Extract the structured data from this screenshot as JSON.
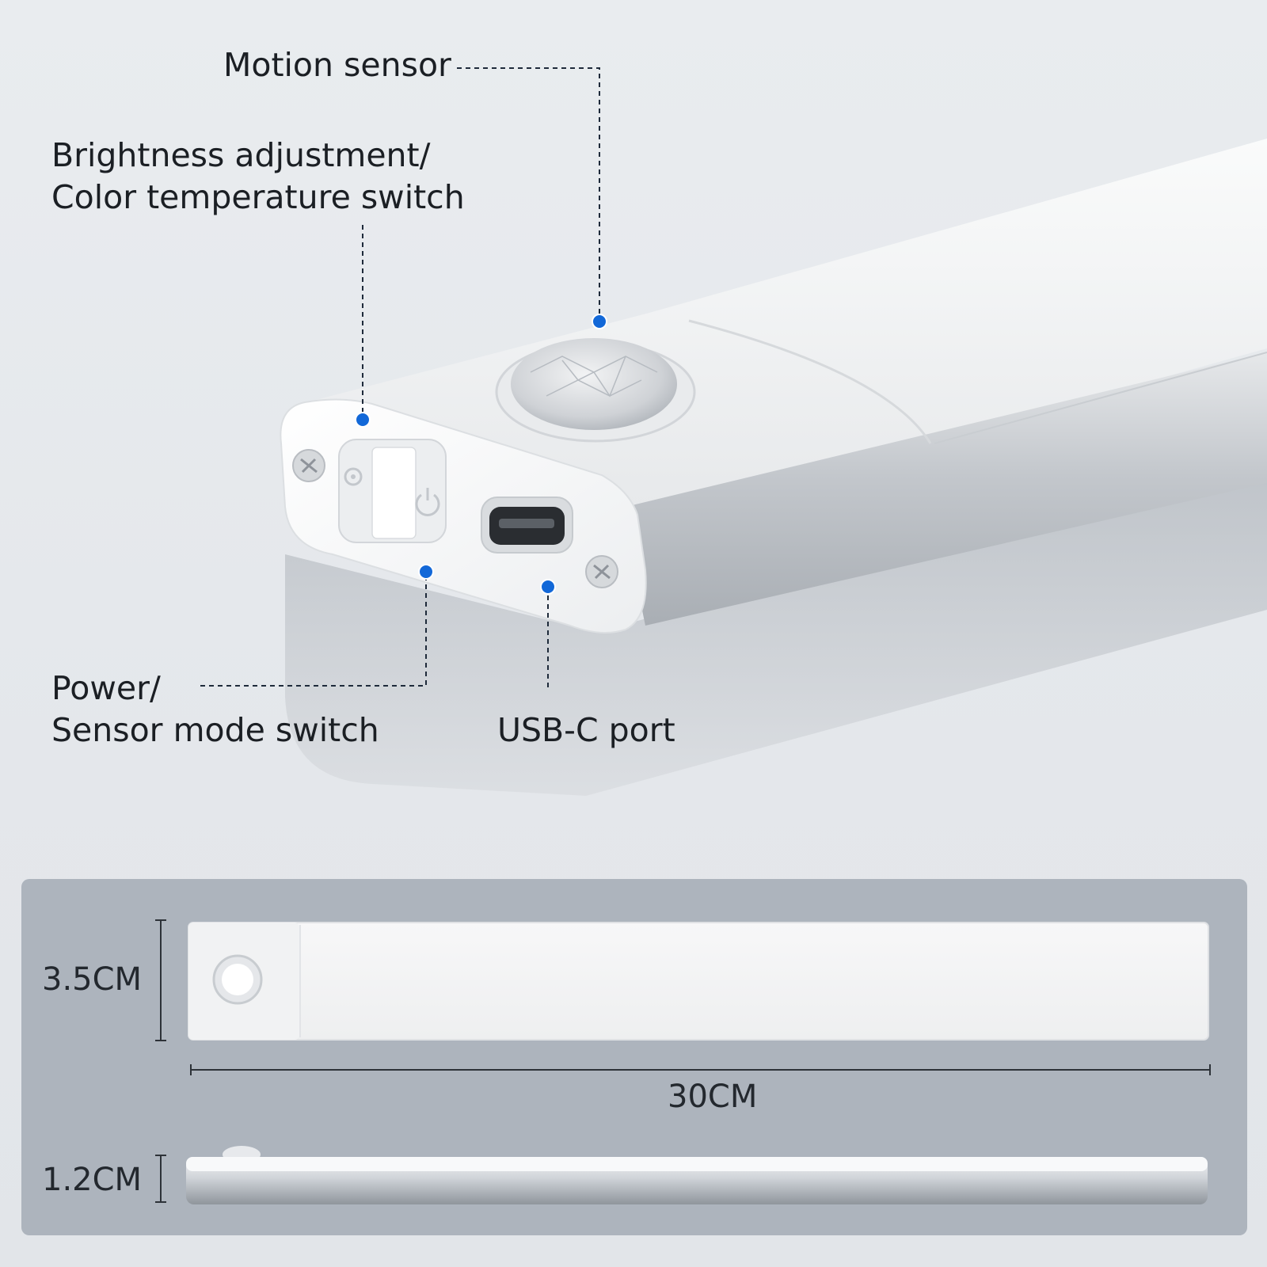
{
  "callouts": {
    "motion_sensor": "Motion sensor",
    "brightness_line1": "Brightness adjustment/",
    "brightness_line2": "Color temperature switch",
    "power_line1": "Power/",
    "power_line2": "Sensor mode switch",
    "usbc_port": "USB-C port"
  },
  "dimensions": {
    "height": "3.5CM",
    "length": "30CM",
    "thickness": "1.2CM"
  },
  "colors": {
    "background": "#e6e9ed",
    "dimension_panel": "#adb4bd",
    "callout_dot": "#1268d8",
    "callout_line": "#1e2a3a",
    "product_white": "#f4f5f6"
  },
  "icons": [
    "motion-sensor-lens-icon",
    "gear-icon",
    "power-icon",
    "usb-c-port-icon",
    "screw-icon"
  ]
}
